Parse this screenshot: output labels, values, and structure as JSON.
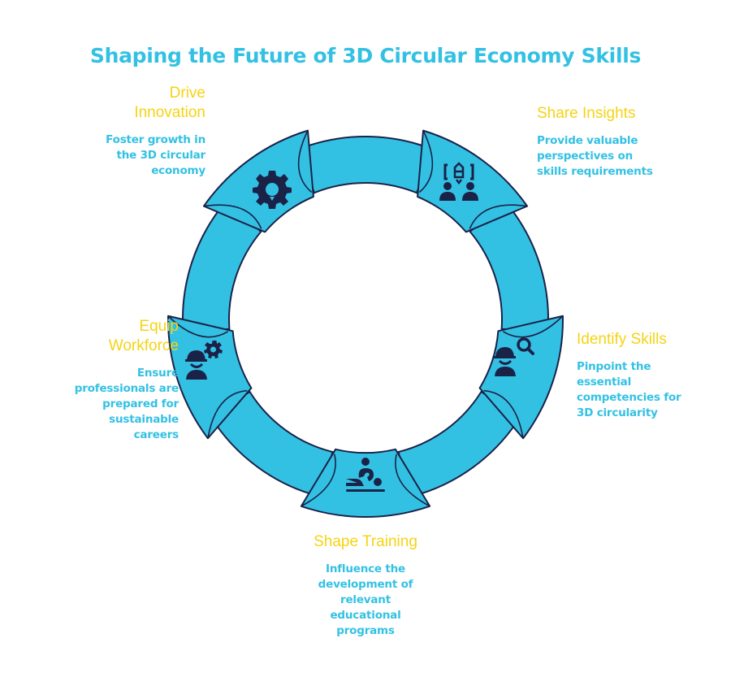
{
  "title": "Shaping the Future of 3D Circular Economy Skills",
  "colors": {
    "title": "#33c1e3",
    "heading": "#f5d315",
    "description": "#33c1e3",
    "ring_fill": "#33c1e3",
    "outline": "#1a2248",
    "icon": "#1a2248"
  },
  "steps": [
    {
      "id": "drive-innovation",
      "heading": "Drive Innovation",
      "heading_lines": [
        "Drive",
        "Innovation"
      ],
      "description": "Foster growth in the 3D circular economy",
      "description_lines": [
        "Foster growth in",
        "the 3D circular",
        "economy"
      ],
      "icon": "gear-icon"
    },
    {
      "id": "share-insights",
      "heading": "Share Insights",
      "heading_lines": [
        "Share Insights"
      ],
      "description": "Provide valuable perspectives on skills requirements",
      "description_lines": [
        "Provide valuable",
        "perspectives on",
        "skills requirements"
      ],
      "icon": "people-discussion-icon"
    },
    {
      "id": "identify-skills",
      "heading": "Identify Skills",
      "heading_lines": [
        "Identify Skills"
      ],
      "description": "Pinpoint the essential competencies for 3D circularity",
      "description_lines": [
        "Pinpoint the",
        "essential",
        "competencies for",
        "3D circularity"
      ],
      "icon": "worker-search-icon"
    },
    {
      "id": "shape-training",
      "heading": "Shape Training",
      "heading_lines": [
        "Shape Training"
      ],
      "description": "Influence the development of relevant educational programs",
      "description_lines": [
        "Influence the",
        "development of",
        "relevant",
        "educational",
        "programs"
      ],
      "icon": "trainer-icon"
    },
    {
      "id": "equip-workforce",
      "heading": "Equip Workforce",
      "heading_lines": [
        "Equip",
        "Workforce"
      ],
      "description": "Ensure professionals are prepared for sustainable careers",
      "description_lines": [
        "Ensure",
        "professionals are",
        "prepared for",
        "sustainable",
        "careers"
      ],
      "icon": "worker-gear-icon"
    }
  ]
}
